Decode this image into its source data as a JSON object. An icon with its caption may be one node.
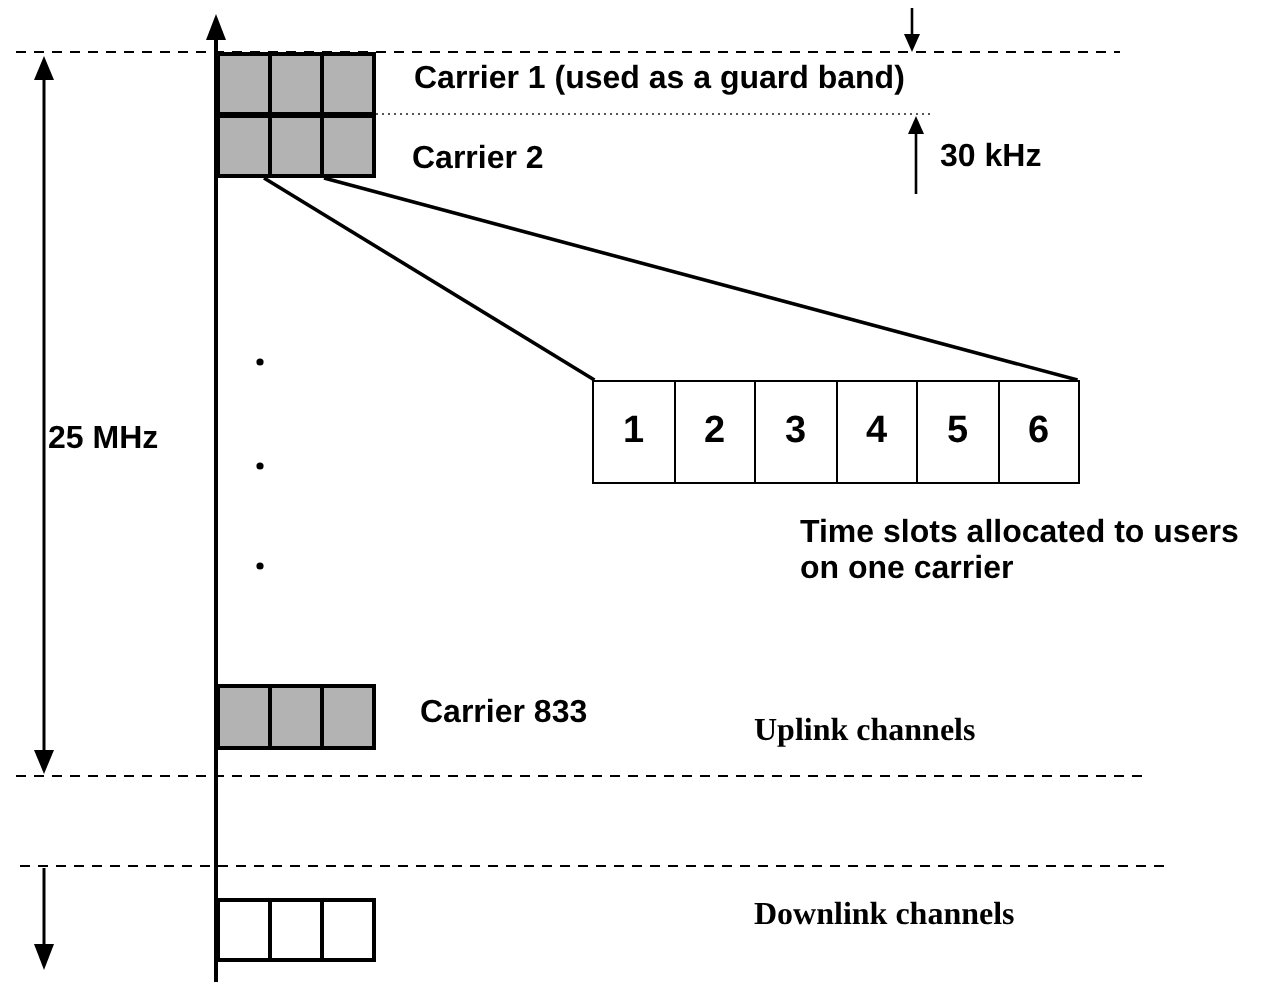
{
  "diagram": {
    "nodes": [
      {
        "text": [],
        "shape": "box",
        "beside": [
          "Carrier 1 (used as a guard band)"
        ]
      },
      {
        "text": [],
        "shape": "box",
        "beside": [
          "Carrier 2"
        ]
      },
      {
        "text": [],
        "shape": "box",
        "beside": [
          "Time slots allocated to users on one carrier"
        ]
      },
      {
        "text": [
          "1"
        ],
        "in": 2
      },
      {
        "text": [
          "2"
        ],
        "in": 2
      },
      {
        "text": [
          "3"
        ],
        "in": 2
      },
      {
        "text": [
          "4"
        ],
        "in": 2
      },
      {
        "text": [
          "5"
        ],
        "in": 2
      },
      {
        "text": [
          "6"
        ],
        "in": 2
      },
      {
        "text": [],
        "shape": "box",
        "beside": [
          "Carrier 833"
        ]
      },
      {
        "text": [],
        "shape": "box"
      }
    ],
    "edges": [
      {
        "from": 1,
        "to": 2,
        "arrow": "none"
      },
      {
        "from": 1,
        "to": 2,
        "arrow": "none"
      }
    ],
    "labels": [
      "30 kHz",
      "25 MHz",
      "Uplink channels",
      "Downlink channels"
    ]
  }
}
